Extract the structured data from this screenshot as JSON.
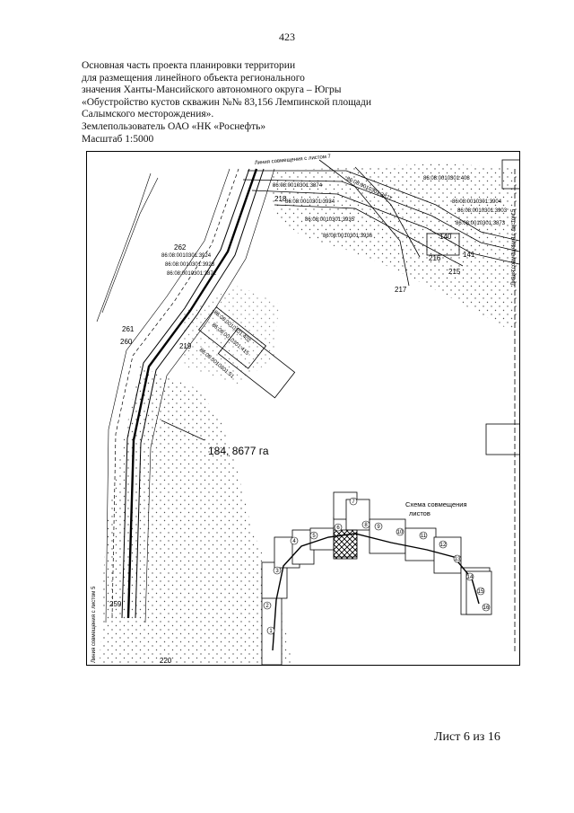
{
  "page_number": "423",
  "header": {
    "lines": [
      "Основная часть проекта планировки территории",
      "для размещения линейного объекта регионального",
      "значения Ханты-Мансийского автономного округа – Югры",
      "«Обустройство кустов скважин №№ 83,156 Лемпинской площади",
      "Салымского месторождения».",
      "Землепользователь ОАО «НК «Роснефть»",
      "Масштаб 1:5000"
    ]
  },
  "map": {
    "match_line_top": "Линия совмещения с листом 7",
    "match_line_right": "Линия совмещения с листом 5",
    "match_line_left": "Линия совмещения с листом 5",
    "area_label": "184, 8677 га",
    "points": [
      "262",
      "261",
      "260",
      "259",
      "219",
      "218",
      "217",
      "216",
      "215",
      "141",
      "140",
      "220"
    ],
    "parcels": [
      "86:08:0010301:3874",
      "86:08:0010301:3873",
      "86:08:0010301:3903",
      "86:08:0010301:3904",
      "86:08:0010301:3935",
      "86:08:0010301:3936",
      "86:08:0010301:3924",
      "86:08:0010301:3923",
      "86:08:0010301:3872",
      "86:08:0010301:3934",
      "86:08:0010301:3877",
      "86:08:0010301:408",
      "86:08:0010301:402",
      "86:08:0010301:415",
      "86:08:0010301:51"
    ],
    "inset": {
      "title_line1": "Схема совмещения",
      "title_line2": "листов",
      "sheet_numbers": [
        "1",
        "2",
        "3",
        "4",
        "5",
        "6",
        "7",
        "8",
        "9",
        "10",
        "11",
        "12",
        "13",
        "14",
        "15",
        "16"
      ]
    }
  },
  "footer": {
    "sheet_label": "Лист 6 из 16"
  }
}
